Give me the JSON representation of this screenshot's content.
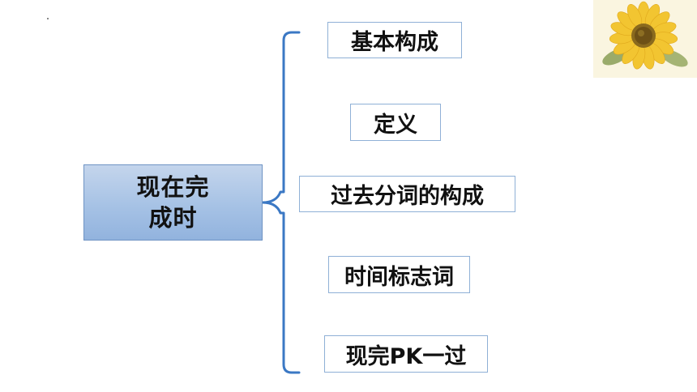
{
  "root": {
    "line1": "现在完",
    "line2": "成时"
  },
  "branches": [
    "基本构成",
    "定义",
    "过去分词的构成",
    "时间标志词",
    "现完PK一过"
  ],
  "colors": {
    "root_fill": "#a6c2e5",
    "root_border": "#6f94c4",
    "branch_border": "#8fb0d6",
    "bracket": "#3b78c4",
    "text": "#111111"
  },
  "decoration": {
    "image": "sunflower"
  }
}
